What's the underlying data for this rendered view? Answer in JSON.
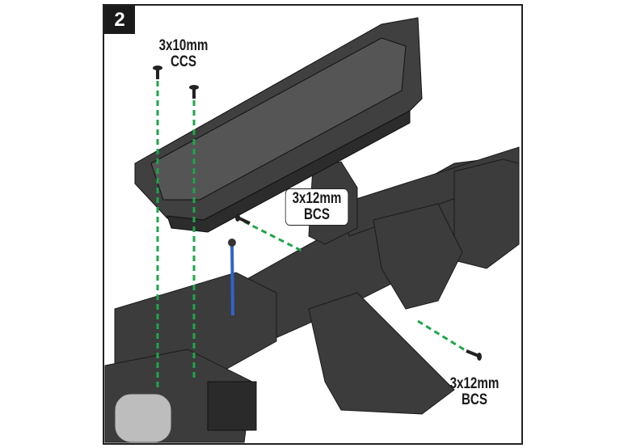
{
  "step_number": "2",
  "labels": {
    "top_screw": {
      "size": "3x10mm",
      "type": "CCS"
    },
    "middle_screw": {
      "size": "3x12mm",
      "type": "BCS"
    },
    "right_screw": {
      "size": "3x12mm",
      "type": "BCS"
    }
  },
  "colors": {
    "guide_line": "#1fa54a",
    "part": "#3a3a3a",
    "link_rod": "#2f64c8"
  }
}
